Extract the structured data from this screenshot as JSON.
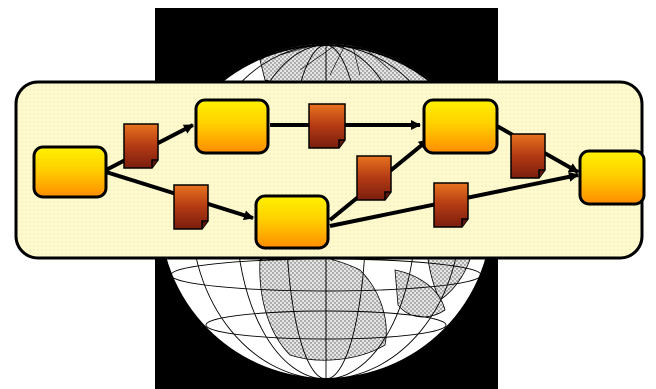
{
  "diagram": {
    "background_color": "#000000",
    "globe": {
      "icon": "globe-icon",
      "land_color": "#c8c8c8",
      "ocean_color": "#ffffff",
      "line_color": "#000000"
    },
    "panel": {
      "fill": "#fffacd",
      "border": "#000000"
    },
    "nodes": [
      {
        "id": "n1"
      },
      {
        "id": "n2"
      },
      {
        "id": "n3"
      },
      {
        "id": "n4"
      },
      {
        "id": "n5"
      },
      {
        "id": "n6"
      }
    ],
    "connectors": [
      {
        "id": "c1",
        "from": "n1",
        "to": "n2"
      },
      {
        "id": "c2",
        "from": "n1",
        "to": "n3"
      },
      {
        "id": "c3",
        "from": "n2",
        "to": "n4"
      },
      {
        "id": "c4",
        "from": "n3",
        "to": "n4"
      },
      {
        "id": "c5",
        "from": "n3",
        "to": "n6"
      },
      {
        "id": "c6",
        "from": "n4",
        "to": "n6"
      }
    ],
    "node_colors": {
      "top": "#fff200",
      "bottom": "#ff8c00"
    },
    "token_colors": {
      "top": "#e8731e",
      "bottom": "#7a1e0e"
    },
    "documents": [
      {
        "id": "d1",
        "icon": "document-icon"
      },
      {
        "id": "d2",
        "icon": "document-icon"
      },
      {
        "id": "d3",
        "icon": "document-icon"
      },
      {
        "id": "d4",
        "icon": "document-icon"
      },
      {
        "id": "d5",
        "icon": "document-icon"
      },
      {
        "id": "d6",
        "icon": "document-icon"
      }
    ]
  }
}
